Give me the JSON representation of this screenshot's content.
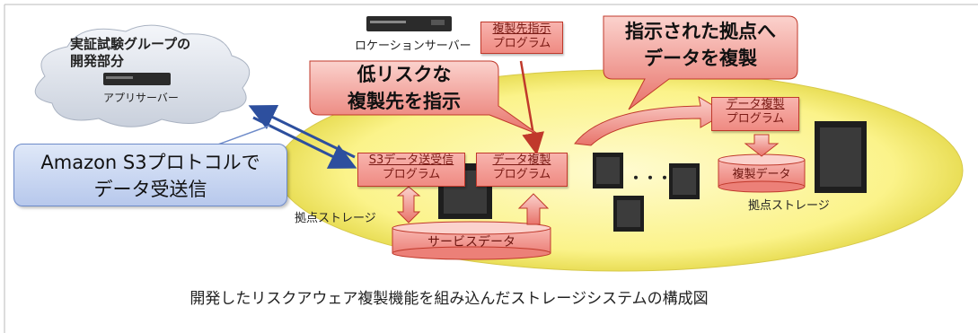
{
  "cloud_label": [
    "実証試験グループの",
    "開発部分"
  ],
  "app_server_label": "アプリサーバー",
  "location_server_label": "ロケーションサーバー",
  "dest_program": [
    "複製先指示",
    "プログラム"
  ],
  "callout_low_risk": [
    "低リスクな",
    "複製先を指示"
  ],
  "callout_replicate": [
    "指示された拠点へ",
    "データを複製"
  ],
  "s3_callout": [
    "Amazon S3プロトコルで",
    "データ受送信"
  ],
  "s3_program": [
    "S3データ送受信",
    "プログラム"
  ],
  "replicate_program_left": [
    "データ複製",
    "プログラム"
  ],
  "replicate_program_right": [
    "データ複製",
    "プログラム"
  ],
  "service_data": "サービスデータ",
  "replica_data": "複製データ",
  "site_storage_left": "拠点ストレージ",
  "site_storage_right": "拠点ストレージ",
  "ellipsis": "・・・",
  "caption": "開発したリスクアウェア複製機能を組み込んだストレージシステムの構成図",
  "colors": {
    "ellipse": "#fbf38a",
    "program": "#f39a92",
    "callout": "#e8746b",
    "blue_box": "#c6d4f0",
    "arrow_blue": "#2d4f9e"
  }
}
